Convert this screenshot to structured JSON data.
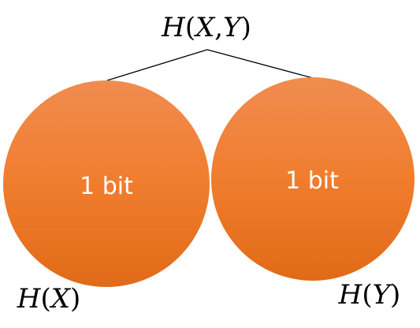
{
  "diagram": {
    "top_label": {
      "func": "H",
      "open": "(",
      "var1": "X",
      "comma": ",",
      "var2": "Y",
      "close": ")"
    },
    "left_circle": {
      "value_label": "1 bit",
      "caption": {
        "func": "H",
        "open": "(",
        "var": "X",
        "close": ")"
      }
    },
    "right_circle": {
      "value_label": "1 bit",
      "caption": {
        "func": "H",
        "open": "(",
        "var": "Y",
        "close": ")"
      }
    },
    "colors": {
      "circle_fill_top": "#F08C50",
      "circle_fill_mid": "#F07D2E",
      "circle_fill_bottom": "#E06A17",
      "connector_line": "#000000"
    }
  }
}
